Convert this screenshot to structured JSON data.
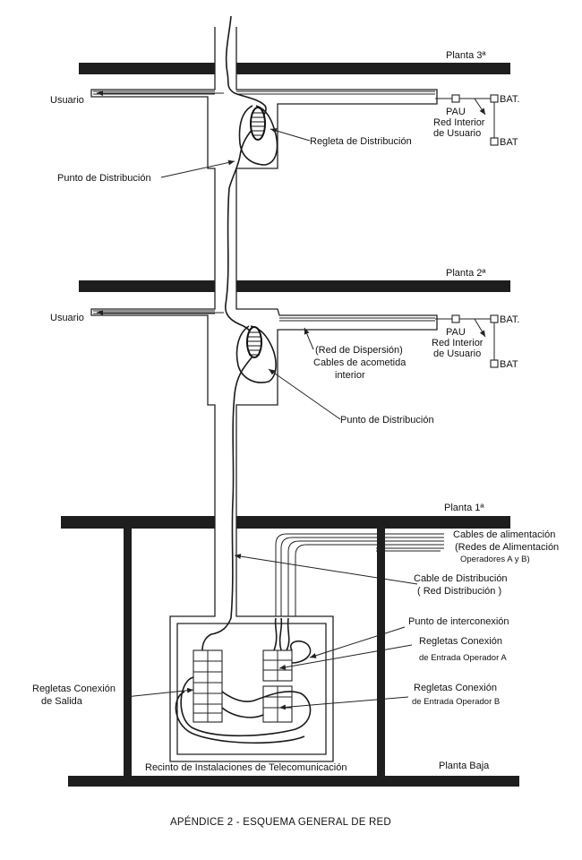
{
  "floors": {
    "planta3": "Planta 3ª",
    "planta2": "Planta 2ª",
    "planta1": "Planta 1ª",
    "planta_baja": "Planta Baja"
  },
  "floor3": {
    "usuario": "Usuario",
    "pau": "PAU",
    "red_interior_1": "Red Interior",
    "red_interior_2": "de Usuario",
    "bat_dot": "BAT.",
    "bat": "BAT",
    "regleta_distribucion": "Regleta de Distribución",
    "punto_distribucion": "Punto de Distribución"
  },
  "floor2": {
    "usuario": "Usuario",
    "pau": "PAU",
    "red_interior_1": "Red Interior",
    "red_interior_2": "de Usuario",
    "bat_dot": "BAT.",
    "bat": "BAT",
    "red_dispersion": "(Red de Dispersión)",
    "cables_acometida_1": "Cables de acometida",
    "cables_acometida_2": "interior",
    "punto_distribucion": "Punto de Distribución"
  },
  "ground": {
    "cables_alimentacion": "Cables de alimentación",
    "redes_alimentacion": "(Redes de Alimentación",
    "operadores": "Operadores A y B)",
    "cable_distribucion": "Cable de Distribución",
    "red_distribucion": "( Red Distribución )",
    "punto_interconexion": "Punto de interconexión",
    "regletas_conexion_a": "Regletas Conexión",
    "entrada_operador_a": "de Entrada Operador A",
    "regletas_conexion_b": "Regletas Conexión",
    "entrada_operador_b": "de Entrada Operador B",
    "regletas_salida_1": "Regletas Conexión",
    "regletas_salida_2": "de Salida",
    "recinto": "Recinto de Instalaciones de Telecomunicación"
  },
  "caption": "APÉNDICE 2 - ESQUEMA GENERAL DE RED"
}
